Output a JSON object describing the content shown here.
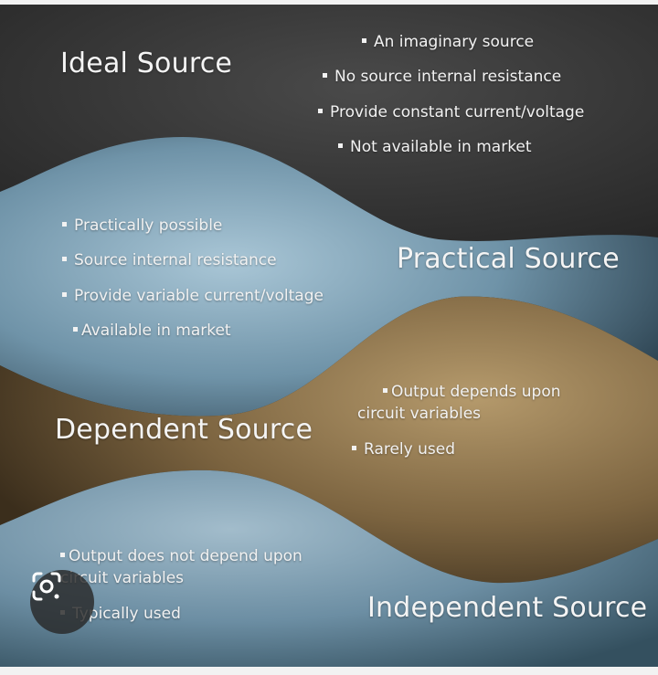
{
  "colors": {
    "ideal": "#3a3a3a",
    "practical": "#8fb1c4",
    "dependent": "#a58c5e",
    "independent": "#8aa9bd",
    "text": "#f2f2f2"
  },
  "sections": [
    {
      "heading": "Ideal Source",
      "bullets": [
        "An imaginary source",
        "No source internal resistance",
        "Provide constant current/voltage",
        "Not available in market"
      ]
    },
    {
      "heading": "Practical Source",
      "bullets": [
        "Practically possible",
        "Source internal resistance",
        "Provide variable current/voltage",
        "Available in market"
      ]
    },
    {
      "heading": "Dependent Source",
      "bullets": [
        "Output depends upon",
        "circuit variables",
        "Rarely used"
      ]
    },
    {
      "heading": "Independent Source",
      "bullets": [
        "Output does not depend upon",
        "circuit variables",
        "Typically used"
      ]
    }
  ],
  "overlay_icon": "lens-icon"
}
